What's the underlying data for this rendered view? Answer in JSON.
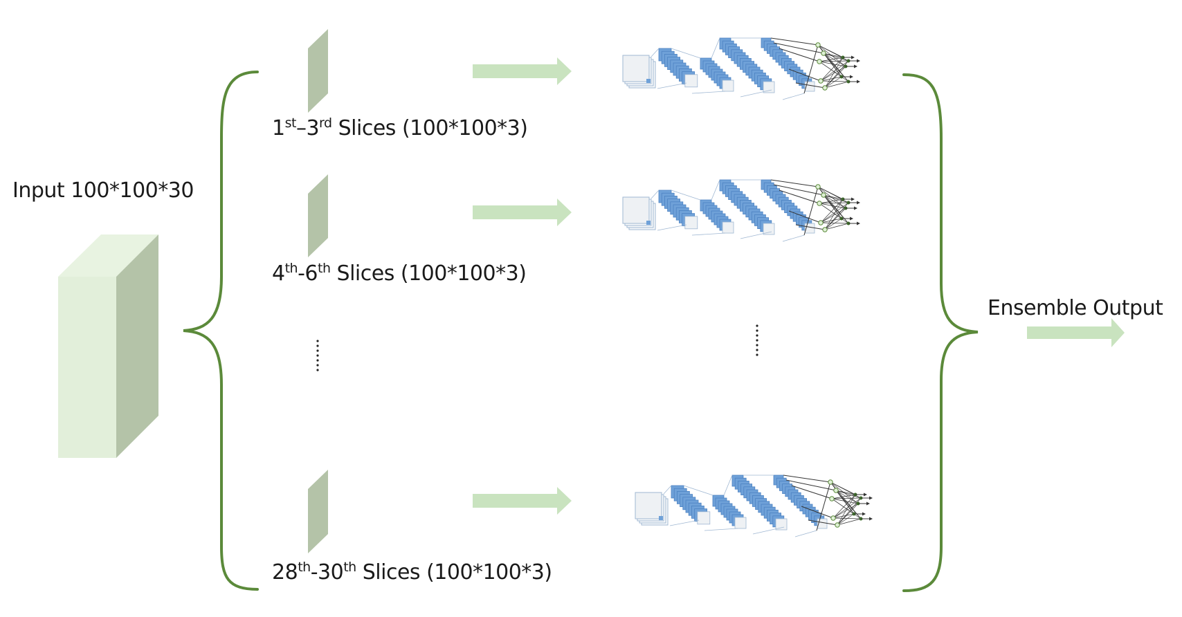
{
  "input": {
    "label": "Input 100*100*30"
  },
  "slices": [
    {
      "num1": "1",
      "sup1": "st",
      "sep": "–",
      "num2": "3",
      "sup2": "rd",
      "rest": " Slices (100*100*3)"
    },
    {
      "num1": "4",
      "sup1": "th",
      "sep": "-",
      "num2": "6",
      "sup2": "th",
      "rest": " Slices (100*100*3)"
    },
    {
      "num1": "28",
      "sup1": "th",
      "sep": "-",
      "num2": "30",
      "sup2": "th",
      "rest": " Slices (100*100*3)"
    }
  ],
  "output": {
    "label": "Ensemble Output"
  },
  "colors": {
    "brace": "#5b8a3a",
    "cube_front": "#e2efda",
    "cube_side": "#b4c3a8",
    "arrow": "#c9e3bf",
    "net_blue": "#6fa1d8",
    "net_line": "#333333"
  }
}
